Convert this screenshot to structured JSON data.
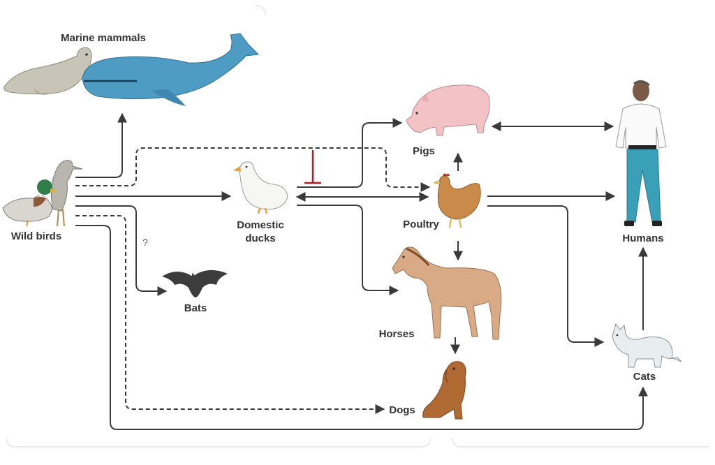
{
  "nodes": {
    "marine_mammals": "Marine mammals",
    "wild_birds": "Wild birds",
    "domestic_ducks_line1": "Domestic",
    "domestic_ducks_line2": "ducks",
    "bats": "Bats",
    "pigs": "Pigs",
    "poultry": "Poultry",
    "horses": "Horses",
    "dogs": "Dogs",
    "humans": "Humans",
    "cats": "Cats"
  },
  "annotations": {
    "bats_uncertain": "?"
  },
  "colors": {
    "arrow": "#3a3a3a",
    "inhibit": "#b71c24",
    "whale": "#4e9bc4",
    "seal": "#c8c5b8",
    "pig": "#f3c2c4",
    "chicken": "#c98a4a",
    "horse": "#d8ab86",
    "dog": "#b06a34",
    "cat": "#e8edf0",
    "bat": "#3c3c3c",
    "duck": "#f6f6f4",
    "human_pants": "#3aa0b7"
  },
  "icons": [
    "seal-icon",
    "whale-icon",
    "mallard-icon",
    "sandpiper-icon",
    "duck-icon",
    "bat-icon",
    "pig-icon",
    "chicken-icon",
    "horse-icon",
    "dog-icon",
    "cat-icon",
    "human-icon"
  ],
  "edges": [
    {
      "from": "Wild birds",
      "to": "Marine mammals",
      "style": "solid"
    },
    {
      "from": "Wild birds",
      "to": "Domestic ducks",
      "style": "solid"
    },
    {
      "from": "Wild birds",
      "to": "Poultry",
      "style": "dashed"
    },
    {
      "from": "Wild birds",
      "to": "Bats",
      "style": "solid",
      "label": "?"
    },
    {
      "from": "Wild birds",
      "to": "Dogs",
      "style": "dashed"
    },
    {
      "from": "Wild birds",
      "to": "Cats",
      "style": "solid"
    },
    {
      "from": "Domestic ducks",
      "to": "Pigs",
      "style": "solid"
    },
    {
      "from": "Domestic ducks",
      "to": "Poultry",
      "style": "bidirectional"
    },
    {
      "from": "Domestic ducks",
      "to": "Horses",
      "style": "solid"
    },
    {
      "from": "Poultry",
      "to": "Pigs",
      "style": "solid"
    },
    {
      "from": "Poultry",
      "to": "Horses",
      "style": "solid"
    },
    {
      "from": "Poultry",
      "to": "Humans",
      "style": "solid"
    },
    {
      "from": "Poultry",
      "to": "Cats",
      "style": "solid"
    },
    {
      "from": "Pigs",
      "to": "Humans",
      "style": "bidirectional"
    },
    {
      "from": "Horses",
      "to": "Dogs",
      "style": "solid"
    },
    {
      "from": "Cats",
      "to": "Humans",
      "style": "solid"
    }
  ]
}
